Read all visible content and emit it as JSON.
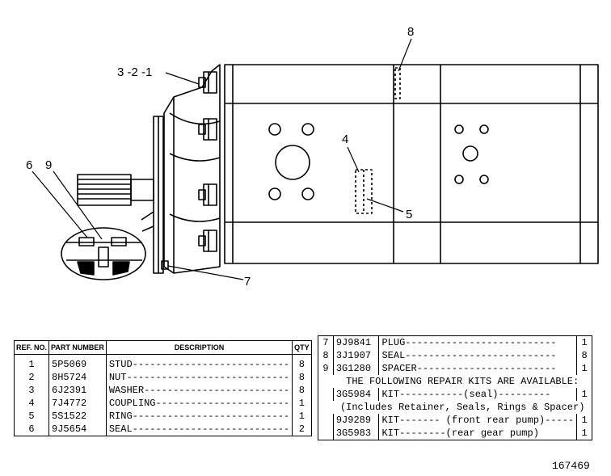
{
  "callouts": {
    "c321": "3 -2 -1",
    "c8": "8",
    "c4": "4",
    "c5": "5",
    "c6": "6",
    "c9": "9",
    "c7": "7"
  },
  "left_table": {
    "headers": {
      "ref": "REF. NO.",
      "part": "PART NUMBER",
      "desc": "DESCRIPTION",
      "qty": "QTY"
    },
    "rows": [
      {
        "ref": "1",
        "part": "5P5069",
        "desc": "STUD---------------------------",
        "qty": "8"
      },
      {
        "ref": "2",
        "part": "8H5724",
        "desc": "NUT----------------------------",
        "qty": "8"
      },
      {
        "ref": "3",
        "part": "6J2391",
        "desc": "WASHER-------------------------",
        "qty": "8"
      },
      {
        "ref": "4",
        "part": "7J4772",
        "desc": "COUPLING-----------------------",
        "qty": "1"
      },
      {
        "ref": "5",
        "part": "5S1522",
        "desc": "RING---------------------------",
        "qty": "1"
      },
      {
        "ref": "6",
        "part": "9J5654",
        "desc": "SEAL---------------------------",
        "qty": "2"
      }
    ]
  },
  "right_table": {
    "rows": [
      {
        "ref": "7",
        "part": "9J9841",
        "desc": "PLUG--------------------------",
        "qty": "1"
      },
      {
        "ref": "8",
        "part": "3J1907",
        "desc": "SEAL--------------------------",
        "qty": "8"
      },
      {
        "ref": "9",
        "part": "3G1280",
        "desc": "SPACER------------------------",
        "qty": "1"
      }
    ],
    "kits_note": "THE FOLLOWING REPAIR KITS ARE AVAILABLE:",
    "kits": [
      {
        "part": "3G5984",
        "desc": "KIT-----------(seal)---------",
        "qty": "1"
      },
      {
        "part": "9J9289",
        "desc": "KIT------- (front rear pump)-----",
        "qty": "1"
      },
      {
        "part": "3G5983",
        "desc": "KIT--------(rear gear pump)",
        "qty": "1"
      }
    ],
    "kit_includes": "(Includes Retainer, Seals, Rings & Spacer)"
  },
  "illustration_number": "167469"
}
